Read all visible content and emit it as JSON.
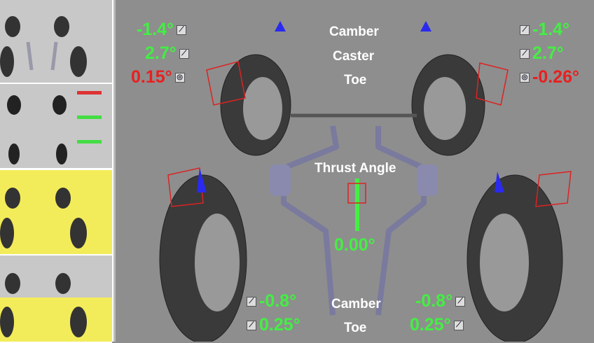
{
  "thumbnails": [
    {
      "label": "overview",
      "selected": false
    },
    {
      "label": "front-view",
      "selected": false
    },
    {
      "label": "front-axle",
      "selected": true
    },
    {
      "label": "rear-axle",
      "selected": true
    }
  ],
  "front": {
    "label_camber": "Camber",
    "label_caster": "Caster",
    "label_toe": "Toe",
    "left": {
      "camber": "-1.4°",
      "caster": "2.7°",
      "toe": "0.15°"
    },
    "right": {
      "camber": "-1.4°",
      "caster": "2.7°",
      "toe": "-0.26°"
    }
  },
  "thrust": {
    "label": "Thrust Angle",
    "value": "0.00°"
  },
  "rear": {
    "label_camber": "Camber",
    "label_toe": "Toe",
    "left": {
      "camber": "-0.8°",
      "toe": "0.25°"
    },
    "right": {
      "camber": "-0.8°",
      "toe": "0.25°"
    }
  },
  "icons": {
    "wrench": "wrench-icon",
    "target": "target-icon"
  },
  "colors": {
    "in_spec": "#44ee44",
    "out_of_spec": "#e82020"
  }
}
